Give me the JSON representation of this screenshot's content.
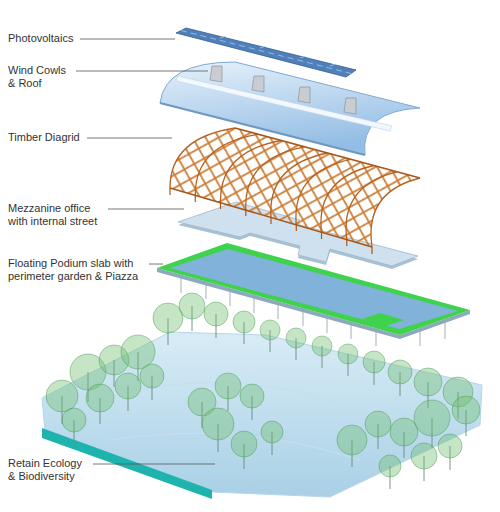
{
  "diagram": {
    "labels": [
      "Photovoltaics",
      "Wind Cowls & Roof",
      "Timber Diagrid",
      "Mezzanine office with internal street",
      "Floating Podium slab with perimeter garden & Piazza",
      "Retain Ecology & Biodiversity"
    ]
  }
}
